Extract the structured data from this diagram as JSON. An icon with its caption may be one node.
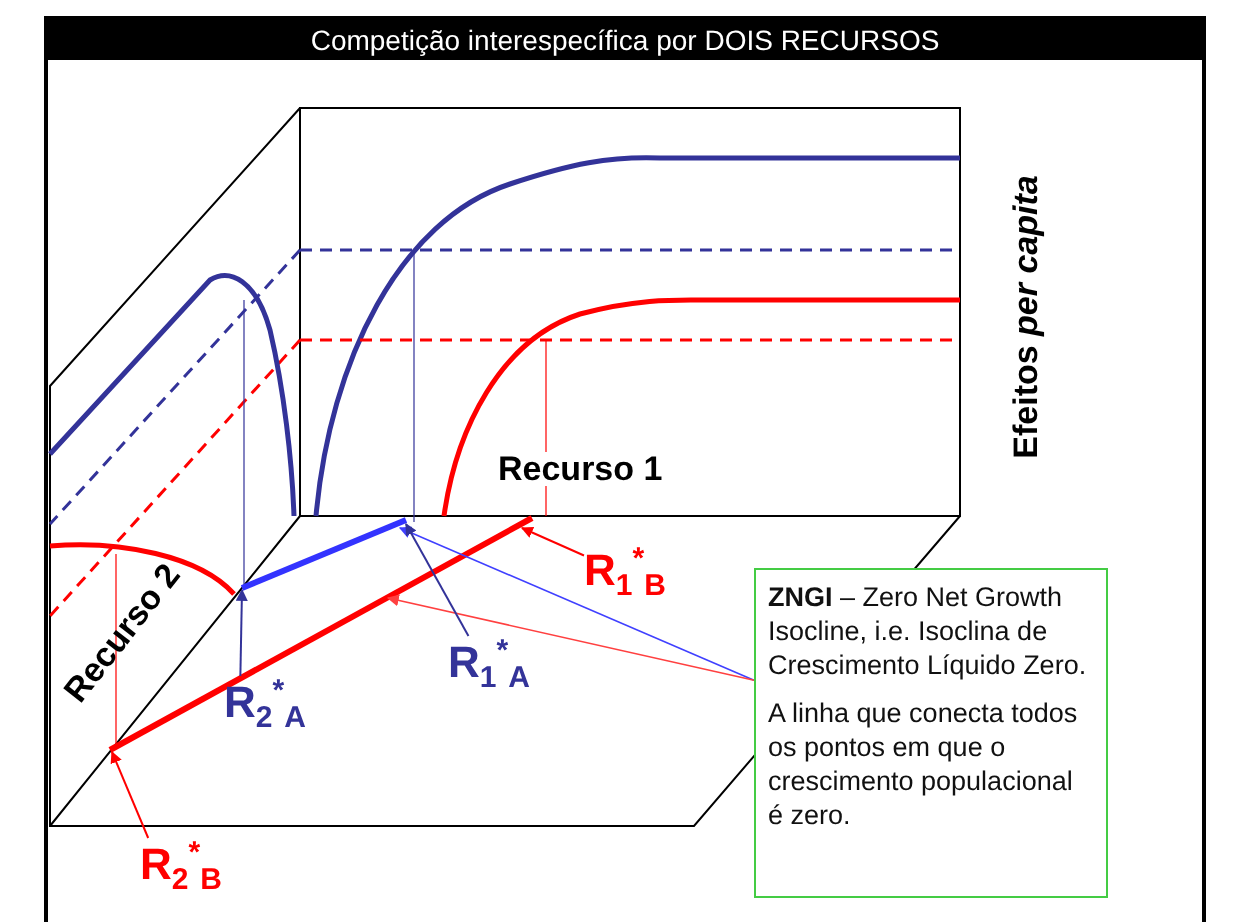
{
  "diagram": {
    "title": "Competição interespecífica por DOIS RECURSOS",
    "nodes": [
      {
        "text": [
          "**ZNGI** – Zero Net Growth Isocline, i.e. Isoclina de Crescimento Líquido Zero.",
          "A linha que conecta todos os pontos em que o crescimento populacional é zero."
        ]
      },
      {
        "text": [
          "R$_{1}$$^{*}$$_{A}$"
        ]
      },
      {
        "text": [
          "R$_{1}$$^{*}$$_{B}$"
        ]
      },
      {
        "text": [
          "R$_{2}$$^{*}$$_{A}$"
        ]
      },
      {
        "text": [
          "R$_{2}$$^{*}$$_{B}$"
        ]
      }
    ],
    "edges": [
      {
        "from": 0,
        "to": null,
        "arrow": "to",
        "color": "#4040ff"
      },
      {
        "from": 0,
        "to": null,
        "arrow": "to",
        "color": "#ff4040"
      },
      {
        "from": 1,
        "to": null,
        "arrow": "to",
        "color": "#333399"
      },
      {
        "from": 2,
        "to": null,
        "arrow": "to",
        "color": "#ff0000"
      },
      {
        "from": 3,
        "to": null,
        "arrow": "to",
        "color": "#333399"
      },
      {
        "from": 4,
        "to": null,
        "arrow": "to",
        "color": "#ff0000"
      }
    ],
    "labels": [
      "Recurso 1",
      "Recurso 2",
      "Efeitos *per capita*"
    ]
  }
}
